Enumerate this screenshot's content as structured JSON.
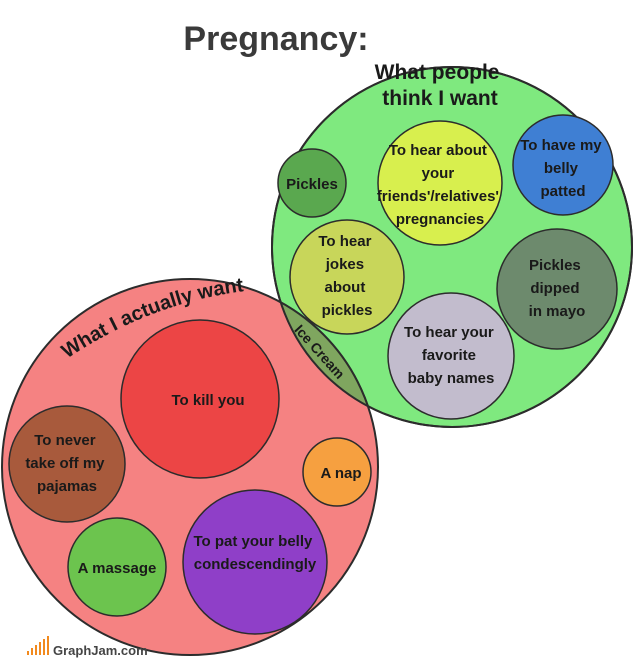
{
  "title": "Pregnancy:",
  "sets": {
    "think": {
      "label_lines": [
        "What people",
        "think I want"
      ],
      "color": "#7fe97f"
    },
    "actual": {
      "label": "What I actually want",
      "color": "#f58282"
    }
  },
  "overlap": {
    "label": "Ice Cream",
    "color": "#7fa65f"
  },
  "bubbles": {
    "pickles": {
      "lines": [
        "Pickles"
      ],
      "color": "#5aa84f"
    },
    "hear_pregnancies": {
      "lines": [
        "To hear about",
        "your",
        "friends'/relatives'",
        "pregnancies"
      ],
      "color": "#d8ef4e"
    },
    "belly_patted": {
      "lines": [
        "To have my",
        "belly",
        "patted"
      ],
      "color": "#3f7fd3"
    },
    "jokes": {
      "lines": [
        "To hear",
        "jokes",
        "about",
        "pickles"
      ],
      "color": "#c8d65a"
    },
    "pickles_mayo": {
      "lines": [
        "Pickles",
        "dipped",
        "in mayo"
      ],
      "color": "#6d8a6d"
    },
    "baby_names": {
      "lines": [
        "To hear your",
        "favorite",
        "baby names"
      ],
      "color": "#c2bccd"
    },
    "kill_you": {
      "lines": [
        "To kill you"
      ],
      "color": "#ec4545"
    },
    "pajamas": {
      "lines": [
        "To never",
        "take off my",
        "pajamas"
      ],
      "color": "#a85a3c"
    },
    "nap": {
      "lines": [
        "A nap"
      ],
      "color": "#f6a040"
    },
    "pat_belly": {
      "lines": [
        "To pat your belly",
        "condescendingly"
      ],
      "color": "#8f3fc8"
    },
    "massage": {
      "lines": [
        "A massage"
      ],
      "color": "#6cc44e"
    }
  },
  "watermark": "GraphJam.com"
}
